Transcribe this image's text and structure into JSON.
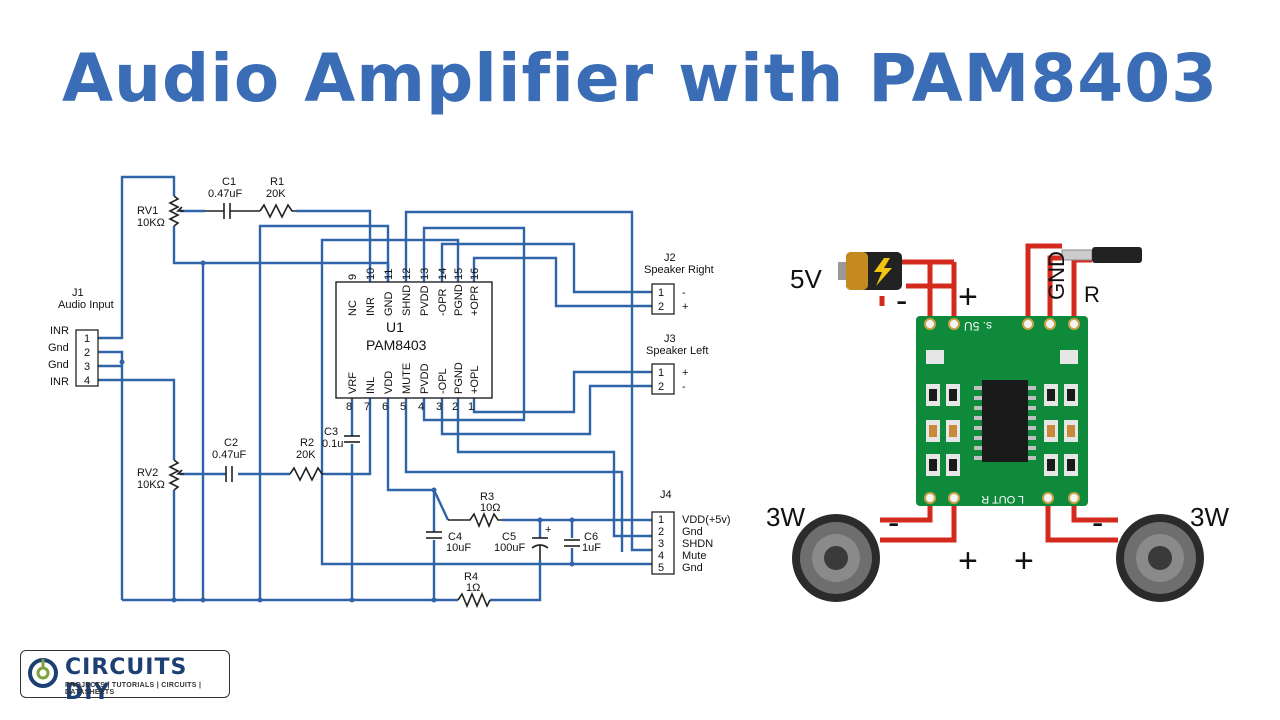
{
  "title": "Audio Amplifier with PAM8403",
  "schematic": {
    "c1": {
      "ref": "C1",
      "val": "0.47uF"
    },
    "r1": {
      "ref": "R1",
      "val": "20K"
    },
    "rv1": {
      "ref": "RV1",
      "val": "10KΩ"
    },
    "rv2": {
      "ref": "RV2",
      "val": "10KΩ"
    },
    "c2": {
      "ref": "C2",
      "val": "0.47uF"
    },
    "r2": {
      "ref": "R2",
      "val": "20K"
    },
    "c3": {
      "ref": "C3",
      "val": "0.1u"
    },
    "r3": {
      "ref": "R3",
      "val": "10Ω"
    },
    "c4": {
      "ref": "C4",
      "val": "10uF"
    },
    "c5": {
      "ref": "C5",
      "val": "100uF"
    },
    "c6": {
      "ref": "C6",
      "val": "1uF"
    },
    "r4": {
      "ref": "R4",
      "val": "1Ω"
    },
    "j1": {
      "ref": "J1",
      "name": "Audio Input",
      "pins": [
        "1",
        "2",
        "3",
        "4"
      ],
      "labels": [
        "INR",
        "Gnd",
        "Gnd",
        "INR"
      ]
    },
    "j2": {
      "ref": "J2",
      "name": "Speaker Right",
      "pins": [
        "1",
        "2"
      ],
      "signs": [
        "-",
        "+"
      ]
    },
    "j3": {
      "ref": "J3",
      "name": "Speaker Left",
      "pins": [
        "1",
        "2"
      ],
      "signs": [
        "+",
        "-"
      ]
    },
    "j4": {
      "ref": "J4",
      "pins": [
        "1",
        "2",
        "3",
        "4",
        "5"
      ],
      "labels": [
        "VDD(+5v)",
        "Gnd",
        "SHDN",
        "Mute",
        "Gnd"
      ]
    },
    "u1": {
      "ref": "U1",
      "part": "PAM8403",
      "top_nums": [
        "9",
        "10",
        "11",
        "12",
        "13",
        "14",
        "15",
        "16"
      ],
      "top_names": [
        "NC",
        "INR",
        "GND",
        "SHND",
        "PVDD",
        "-OPR",
        "PGND",
        "+OPR"
      ],
      "bot_nums": [
        "8",
        "7",
        "6",
        "5",
        "4",
        "3",
        "2",
        "1"
      ],
      "bot_names": [
        "VRF",
        "INL",
        "VDD",
        "MUTE",
        "PVDD",
        "-OPL",
        "PGND",
        "+OPL"
      ]
    }
  },
  "wiring": {
    "battery_label": "5V",
    "battery_minus": "-",
    "battery_plus": "+",
    "gnd_label": "GND",
    "r_label": "R",
    "left_speaker_label": "3W",
    "right_speaker_label": "3W",
    "spk_left_minus": "-",
    "spk_left_plus": "+",
    "spk_right_plus": "+",
    "spk_right_minus": "-",
    "board_text": "L OUT R",
    "board_top_text": "s. 5U"
  },
  "logo": {
    "name": "CIRCUITS DIY",
    "tagline": "PROJECTS | TUTORIALS | CIRCUITS | DATASHEETS"
  },
  "colors": {
    "title": "#3a6db5",
    "wire": "#2f64a8",
    "red_wire": "#d42a1e",
    "board": "#0e8a3a"
  }
}
